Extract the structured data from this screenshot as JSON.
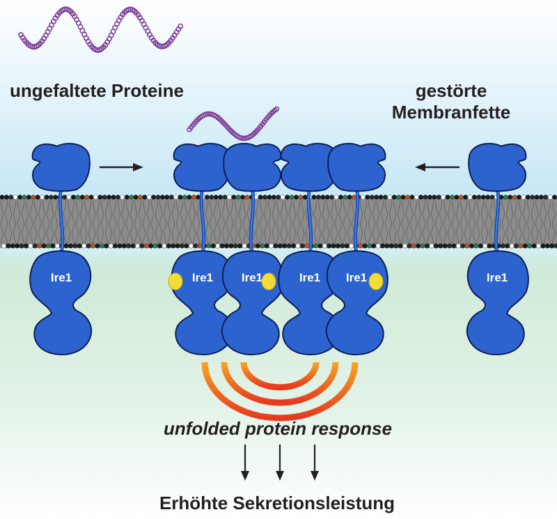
{
  "labels": {
    "unfolded_proteins": "ungefaltete Proteine",
    "membrane_lipids_line1": "gestörte",
    "membrane_lipids_line2": "Membranfette",
    "upr": "unfolded protein response",
    "result": "Erhöhte Sekretionsleistung",
    "protein_name": "Ire1"
  },
  "colors": {
    "protein": "#2d63cf",
    "protein_outline": "#0d1f55",
    "lumen_top": "#c9e8f6",
    "cytosol": "#cfead7",
    "membrane": "#8c8c8c",
    "polypeptide": "#7d3f98",
    "phosphate": "#f3dc3a",
    "signal_outer": "#f6a623",
    "signal_inner": "#e63a1f",
    "text": "#231f20"
  },
  "icons": [
    "arrow-right-icon",
    "arrow-left-icon",
    "arrow-down-icon",
    "polypeptide-icon",
    "phosphate-icon",
    "signal-arc-icon"
  ]
}
